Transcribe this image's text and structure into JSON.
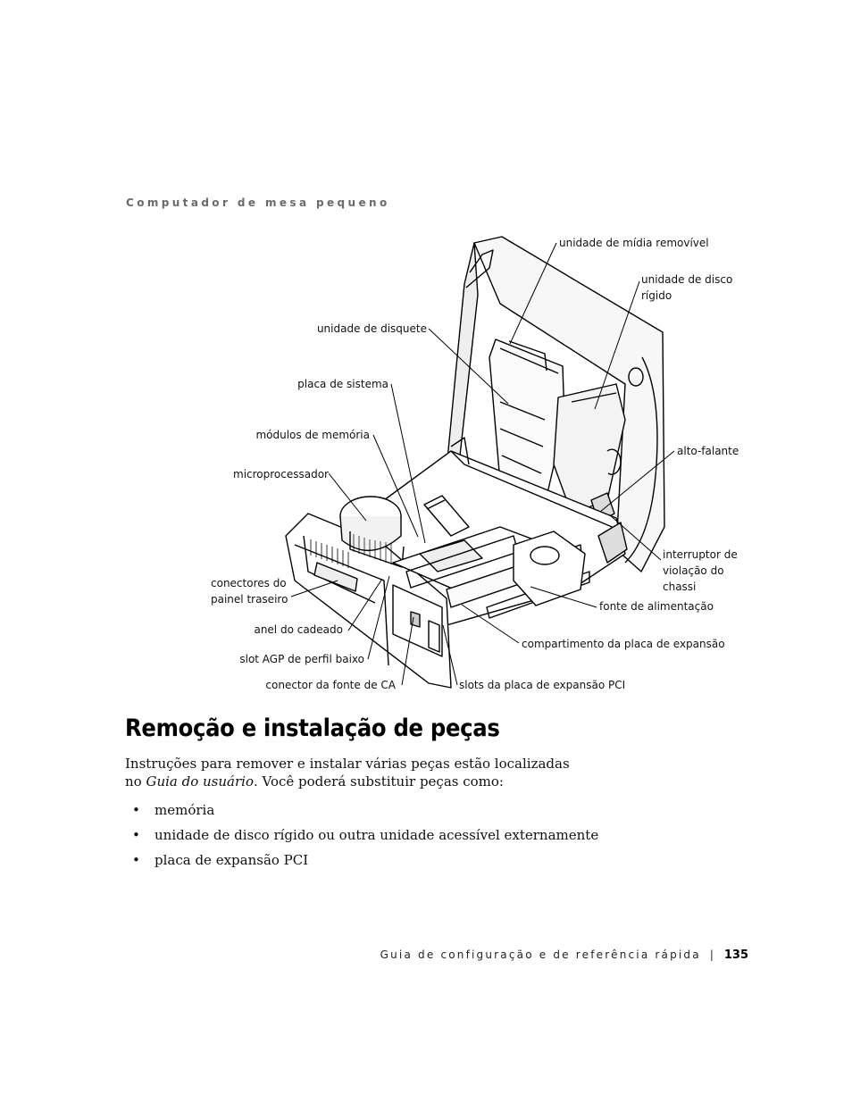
{
  "section_header": "Computador de mesa pequeno",
  "figure": {
    "labels": {
      "removable_media": "unidade de mídia removível",
      "hard_drive_1": "unidade de disco",
      "hard_drive_2": "rígido",
      "floppy": "unidade de disquete",
      "system_board": "placa de sistema",
      "memory": "módulos de memória",
      "speaker": "alto-falante",
      "microprocessor": "microprocessador",
      "intrusion_1": "interruptor de",
      "intrusion_2": "violação do",
      "intrusion_3": "chassi",
      "back_panel_1": "conectores do",
      "back_panel_2": "painel traseiro",
      "power_supply": "fonte de alimentação",
      "padlock": "anel do cadeado",
      "card_cage": "compartimento da placa de expansão",
      "agp_slot": "slot AGP de perfil baixo",
      "ac_connector": "conector da fonte de CA",
      "pci_slots": "slots da placa de expansão PCI"
    }
  },
  "heading": "Remoção e instalação de peças",
  "intro": {
    "part1": "Instruções para remover e instalar várias peças estão localizadas no ",
    "guide_title": "Guia do usuário",
    "part2": ". Você poderá substituir peças como:"
  },
  "bullets": [
    "memória",
    "unidade de disco rígido ou outra unidade acessível externamente",
    "placa de expansão PCI"
  ],
  "footer": {
    "title": "Guia de configuração e de referência rápida",
    "separator": "|",
    "page_number": "135"
  }
}
